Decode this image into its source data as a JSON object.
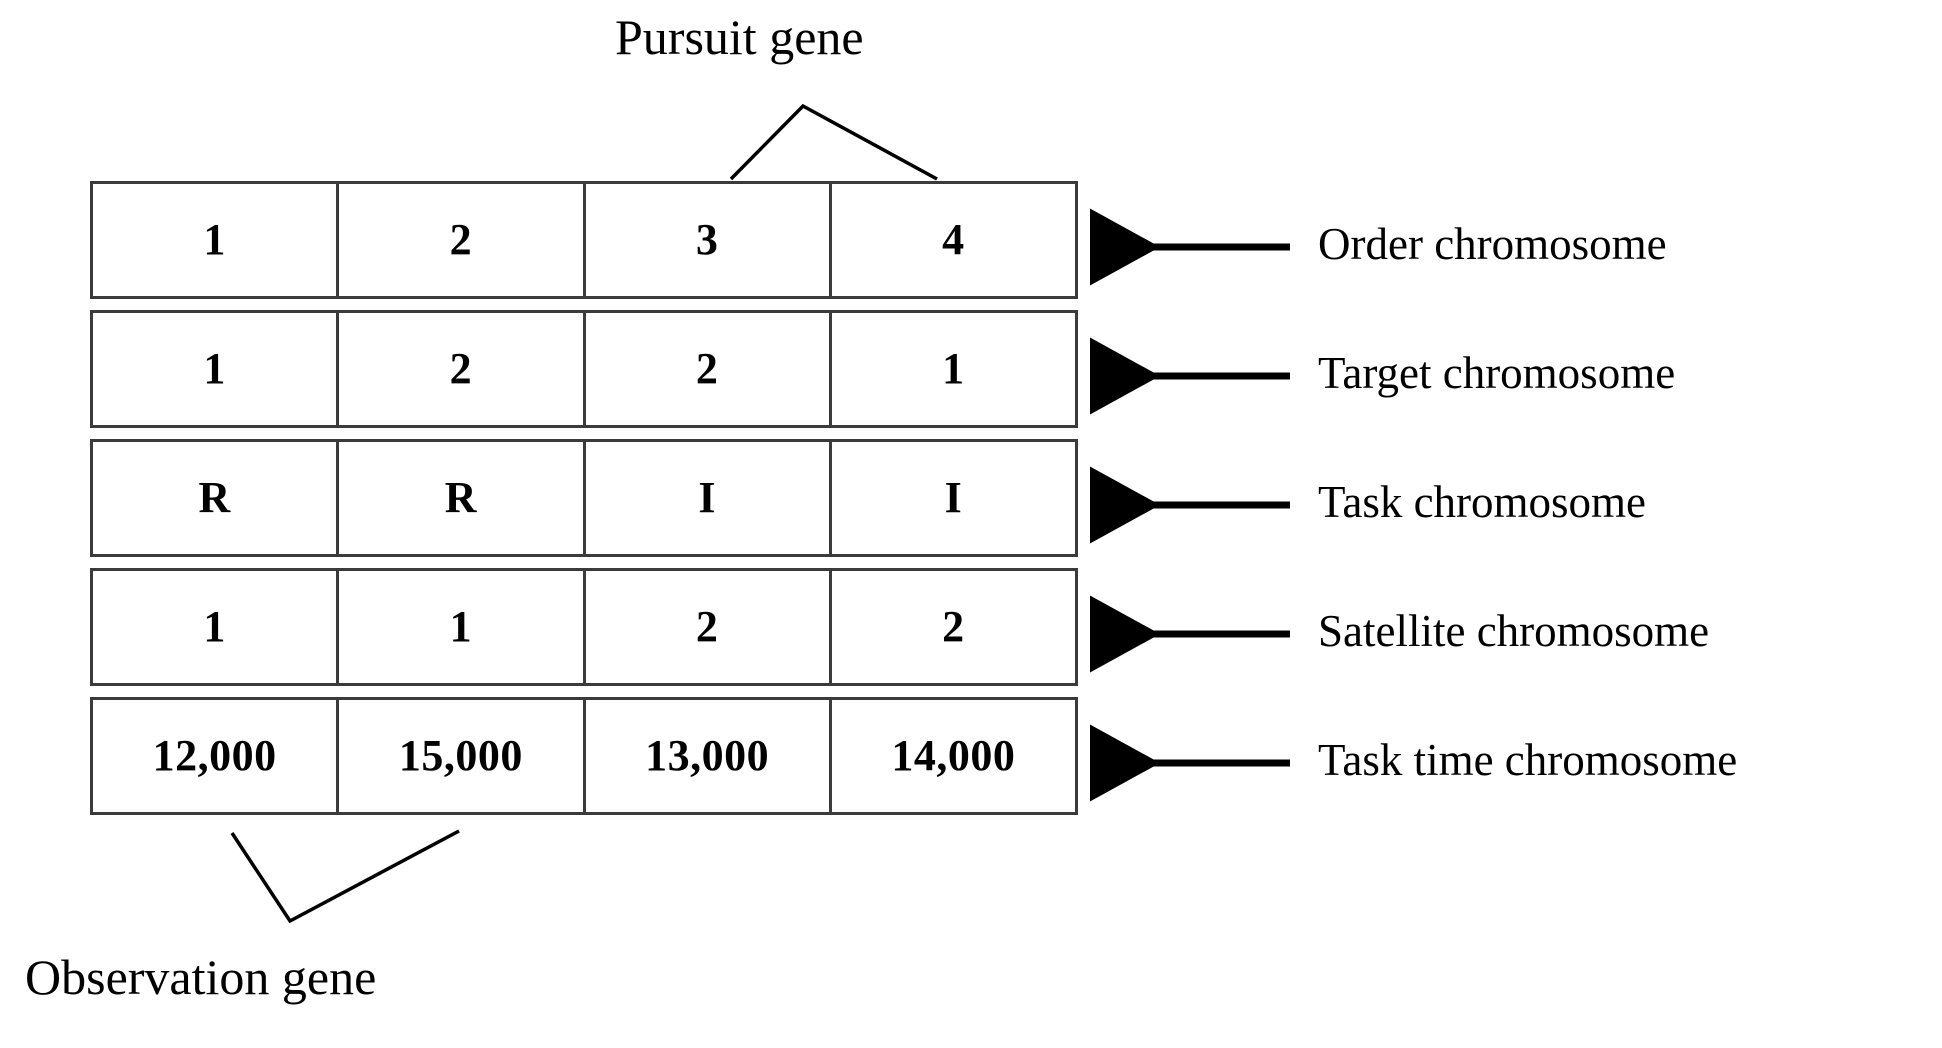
{
  "figure": {
    "type": "chromosome-encoding-diagram",
    "columns": 4,
    "annotations": {
      "pursuit_gene": "Pursuit gene",
      "observation_gene": "Observation gene"
    },
    "rows": [
      {
        "label": "Order chromosome",
        "name": "order-chromosome",
        "cells": [
          "1",
          "2",
          "3",
          "4"
        ]
      },
      {
        "label": "Target chromosome",
        "name": "target-chromosome",
        "cells": [
          "1",
          "2",
          "2",
          "1"
        ]
      },
      {
        "label": "Task chromosome",
        "name": "task-chromosome",
        "cells": [
          "R",
          "R",
          "I",
          "I"
        ]
      },
      {
        "label": "Satellite chromosome",
        "name": "satellite-chromosome",
        "cells": [
          "1",
          "1",
          "2",
          "2"
        ]
      },
      {
        "label": "Task time chromosome",
        "name": "task-time-chromosome",
        "cells": [
          "12,000",
          "15,000",
          "13,000",
          "14,000"
        ]
      }
    ],
    "colors": {
      "border": "#3b3b3b",
      "text": "#000000",
      "background": "#ffffff",
      "connector": "#000000"
    }
  }
}
